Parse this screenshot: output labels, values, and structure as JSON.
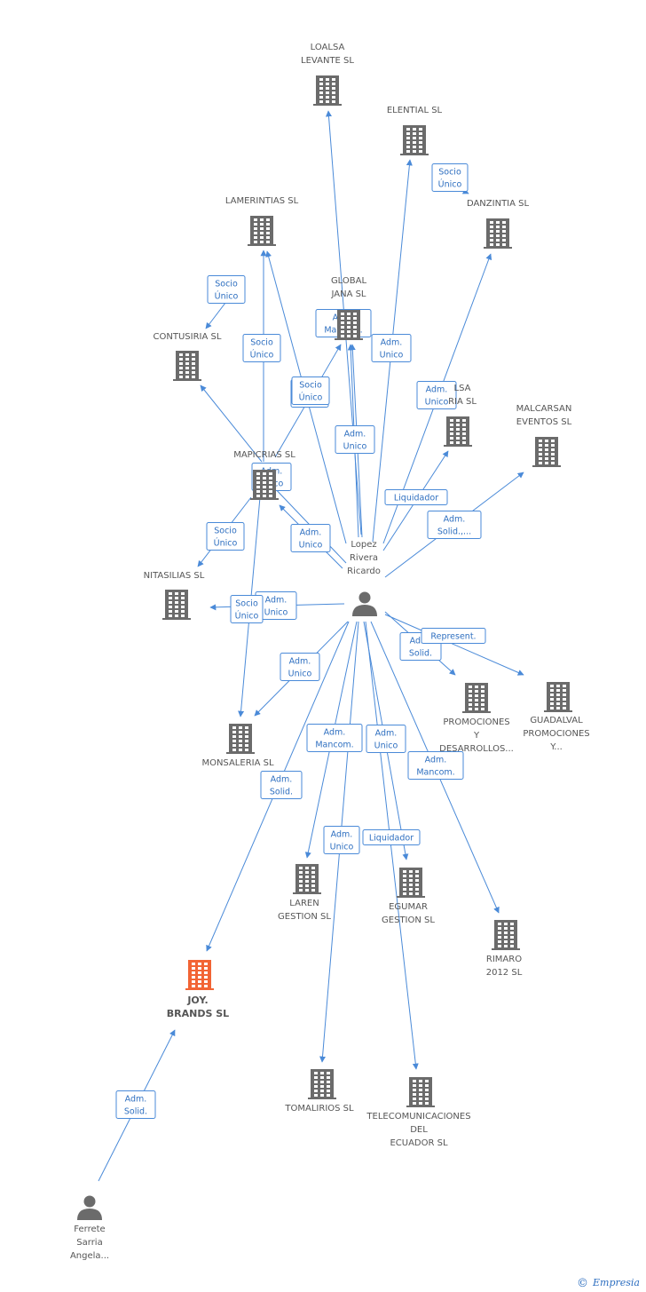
{
  "nodes": [
    {
      "id": "loalsa",
      "kind": "company",
      "label": [
        "LOALSA",
        "LEVANTE SL"
      ]
    },
    {
      "id": "elential",
      "kind": "company",
      "label": [
        "ELENTIAL SL"
      ]
    },
    {
      "id": "danzintia",
      "kind": "company",
      "label": [
        "DANZINTIA SL"
      ]
    },
    {
      "id": "lamerintias",
      "kind": "company",
      "label": [
        "LAMERINTIAS SL"
      ]
    },
    {
      "id": "global",
      "kind": "company",
      "label": [
        "GLOBAL",
        "JANA  SL"
      ]
    },
    {
      "id": "contusiria",
      "kind": "company",
      "label": [
        "CONTUSIRIA SL"
      ]
    },
    {
      "id": "lsa",
      "kind": "company",
      "label": [
        "LSA",
        "RIA SL"
      ]
    },
    {
      "id": "malcarsan",
      "kind": "company",
      "label": [
        "MALCARSAN",
        "EVENTOS  SL"
      ]
    },
    {
      "id": "mapicrias",
      "kind": "company",
      "label": [
        "MAPICRIAS SL"
      ]
    },
    {
      "id": "nitasilias",
      "kind": "company",
      "label": [
        "NITASILIAS SL"
      ]
    },
    {
      "id": "lopez",
      "kind": "person",
      "label": [
        "Lopez",
        "Rivera",
        "Ricardo"
      ]
    },
    {
      "id": "promociones",
      "kind": "company",
      "label": [
        "PROMOCIONES",
        "Y",
        "DESARROLLOS..."
      ]
    },
    {
      "id": "guadalval",
      "kind": "company",
      "label": [
        "GUADALVAL",
        "PROMOCIONES",
        "Y..."
      ]
    },
    {
      "id": "monsaleria",
      "kind": "company",
      "label": [
        "MONSALERIA SL"
      ]
    },
    {
      "id": "laren",
      "kind": "company",
      "label": [
        "LAREN",
        "GESTION SL"
      ]
    },
    {
      "id": "egumar",
      "kind": "company",
      "label": [
        "EGUMAR",
        "GESTION SL"
      ]
    },
    {
      "id": "rimaro",
      "kind": "company",
      "label": [
        "RIMARO",
        "2012 SL"
      ]
    },
    {
      "id": "joy",
      "kind": "focus",
      "label": [
        "JOY.",
        "BRANDS SL"
      ]
    },
    {
      "id": "tomalirios",
      "kind": "company",
      "label": [
        "TOMALIRIOS SL"
      ]
    },
    {
      "id": "telecom",
      "kind": "company",
      "label": [
        "TELECOMUNICACIONES",
        "DEL",
        "ECUADOR SL"
      ]
    },
    {
      "id": "ferrete",
      "kind": "person",
      "label": [
        "Ferrete",
        "Sarria",
        "Angela..."
      ]
    }
  ],
  "edges": [
    {
      "from": "lopez",
      "to": "loalsa",
      "label": []
    },
    {
      "from": "lopez",
      "to": "elential",
      "label": [
        "Adm.",
        "Unico"
      ]
    },
    {
      "from": "elential",
      "to": "danzintia",
      "label": [
        "Socio",
        "Único"
      ]
    },
    {
      "from": "lopez",
      "to": "danzintia",
      "label": [
        "Adm.",
        "Unico"
      ]
    },
    {
      "from": "lopez",
      "to": "lamerintias",
      "label": [
        "Socio",
        "Único"
      ]
    },
    {
      "from": "lopez",
      "to": "global",
      "label": [
        "Adm.",
        "Mancom."
      ]
    },
    {
      "from": "lopez",
      "to": "global",
      "label": [
        "Adm.",
        "Unico"
      ]
    },
    {
      "from": "lamerintias",
      "to": "contusiria",
      "label": [
        "Socio",
        "Único"
      ]
    },
    {
      "from": "mapicrias",
      "to": "lamerintias",
      "label": [
        "Socio",
        "Único"
      ]
    },
    {
      "from": "mapicrias",
      "to": "global",
      "label": [
        "Socio",
        "Único"
      ]
    },
    {
      "from": "mapicrias",
      "to": "contusiria",
      "label": []
    },
    {
      "from": "lopez",
      "to": "lsa",
      "label": [
        "Liquidador"
      ]
    },
    {
      "from": "lopez",
      "to": "malcarsan",
      "label": [
        "Adm.",
        "Solid.,..."
      ]
    },
    {
      "from": "lopez",
      "to": "mapicrias",
      "label": [
        "Adm.",
        "Unico"
      ]
    },
    {
      "from": "lopez",
      "to": "mapicrias",
      "label": [
        "Adm.",
        "Unico"
      ]
    },
    {
      "from": "mapicrias",
      "to": "nitasilias",
      "label": [
        "Socio",
        "Único"
      ]
    },
    {
      "from": "lopez",
      "to": "nitasilias",
      "label": [
        "Adm.",
        "Unico"
      ]
    },
    {
      "from": "mapicrias",
      "to": "monsaleria",
      "label": [
        "Socio",
        "Único"
      ]
    },
    {
      "from": "lopez",
      "to": "promociones",
      "label": [
        "Adm.",
        "Solid."
      ]
    },
    {
      "from": "lopez",
      "to": "guadalval",
      "label": [
        "Represent."
      ]
    },
    {
      "from": "lopez",
      "to": "monsaleria",
      "label": [
        "Adm.",
        "Unico"
      ]
    },
    {
      "from": "lopez",
      "to": "laren",
      "label": [
        "Adm.",
        "Mancom."
      ]
    },
    {
      "from": "lopez",
      "to": "egumar",
      "label": [
        "Adm.",
        "Unico"
      ]
    },
    {
      "from": "lopez",
      "to": "rimaro",
      "label": [
        "Adm.",
        "Mancom."
      ]
    },
    {
      "from": "lopez",
      "to": "joy",
      "label": [
        "Adm.",
        "Solid."
      ]
    },
    {
      "from": "lopez",
      "to": "tomalirios",
      "label": [
        "Adm.",
        "Unico"
      ]
    },
    {
      "from": "lopez",
      "to": "telecom",
      "label": [
        "Liquidador"
      ]
    },
    {
      "from": "ferrete",
      "to": "joy",
      "label": [
        "Adm.",
        "Solid."
      ]
    }
  ],
  "colors": {
    "edge": "#4a8ad8",
    "company_icon": "#6b6b6b",
    "focus_icon": "#f26434",
    "person_icon": "#6b6b6b",
    "label": "#555555"
  },
  "footer": {
    "copyright_symbol": "©",
    "brand": "Empresia"
  }
}
